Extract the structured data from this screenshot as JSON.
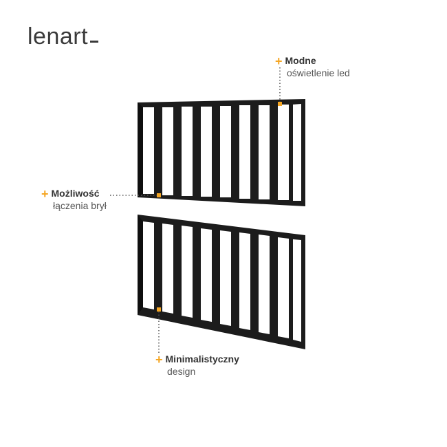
{
  "brand": {
    "logo_text": "lenart"
  },
  "features": [
    {
      "title": "Modne",
      "subtitle": "oświetlenie led",
      "icon": "plus-icon"
    },
    {
      "title": "Możliwość",
      "subtitle": "łączenia brył",
      "icon": "plus-icon"
    },
    {
      "title": "Minimalistyczny",
      "subtitle": "design",
      "icon": "plus-icon"
    }
  ],
  "colors": {
    "accent": "#f5a623",
    "frame": "#1c1c1c",
    "text": "#3a3a3a"
  }
}
